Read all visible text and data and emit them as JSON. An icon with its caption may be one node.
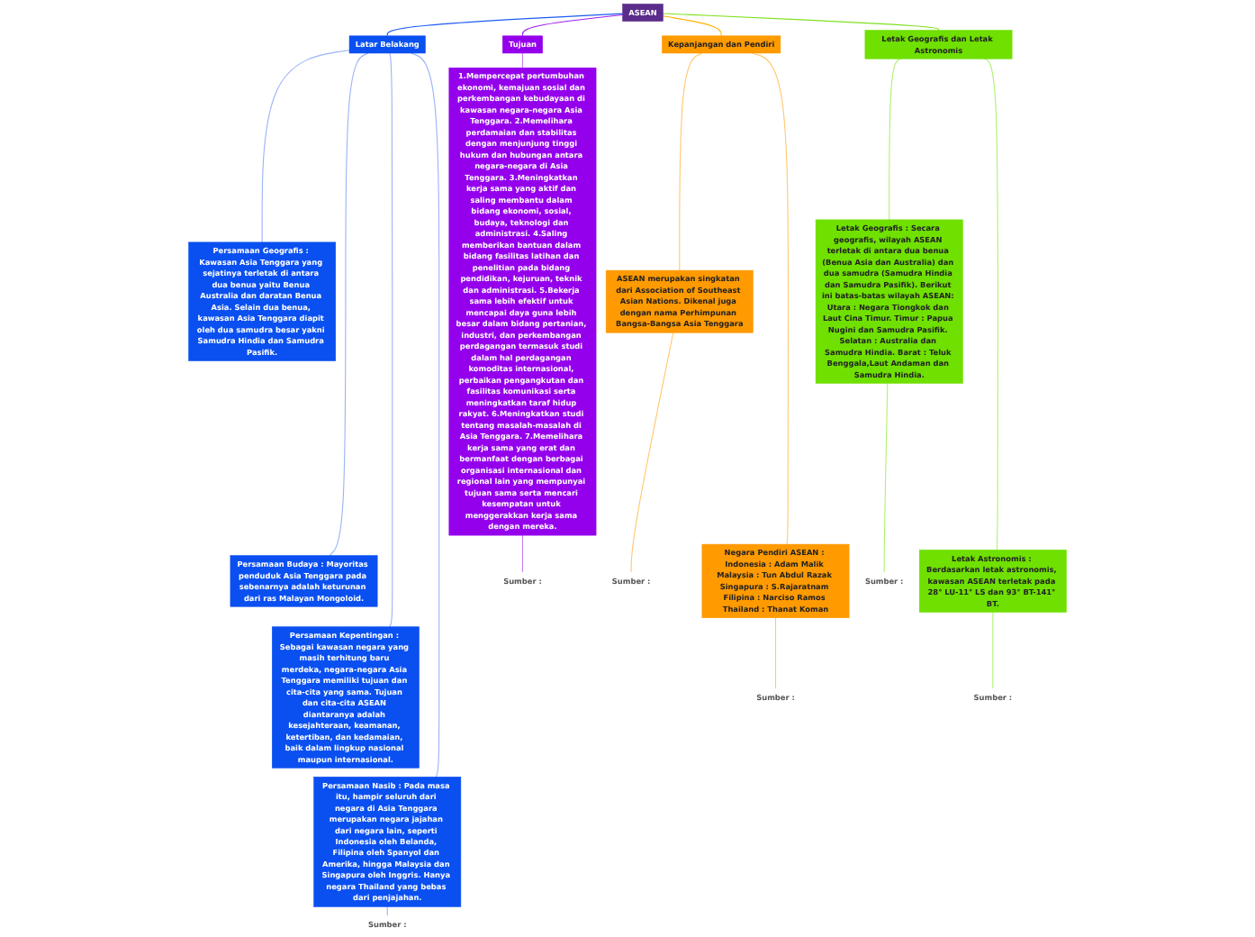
{
  "diagram": {
    "nodes": [
      {
        "text": [
          "ASEAN"
        ]
      },
      {
        "text": [
          "Latar Belakang"
        ]
      },
      {
        "text": [
          "Tujuan"
        ]
      },
      {
        "text": [
          "Kepanjangan dan Pendiri"
        ]
      },
      {
        "text": [
          "Letak Geografis dan Letak Astronomis"
        ]
      },
      {
        "text": [
          "Persamaan Geografis : Kawasan Asia Tenggara yang sejatinya terletak di antara dua benua yaitu Benua Australia dan daratan Benua Asia. Selain dua benua, kawasan Asia Tenggara diapit oleh dua samudra besar yakni Samudra Hindia dan Samudra Pasifik."
        ]
      },
      {
        "text": [
          "Persamaan Budaya : Mayoritas penduduk Asia Tenggara pada sebenarnya adalah keturunan dari ras Malayan Mongoloid."
        ]
      },
      {
        "text": [
          "Persamaan Kepentingan : Sebagai kawasan negara yang masih terhitung baru merdeka, negara-negara Asia Tenggara memiliki tujuan dan cita-cita yang sama. Tujuan dan cita-cita ASEAN diantaranya adalah kesejahteraan, keamanan, ketertiban, dan kedamaian, baik dalam lingkup nasional maupun internasional."
        ]
      },
      {
        "text": [
          "Persamaan Nasib : Pada masa itu, hampir seluruh dari negara di Asia Tenggara merupakan negara jajahan dari negara lain, seperti Indonesia oleh Belanda, Filipina oleh Spanyol dan Amerika, hingga Malaysia dan Singapura oleh Inggris. Hanya negara Thailand yang bebas dari penjajahan."
        ]
      },
      {
        "text": [
          "Sumber :"
        ]
      },
      {
        "text": [
          "1.Mempercepat pertumbuhan ekonomi, kemajuan sosial dan perkembangan kebudayaan di kawasan negara-negara Asia Tenggara. 2.Memelihara perdamaian dan stabilitas dengan menjunjung tinggi hukum dan hubungan antara negara-negara di Asia Tenggara. 3.Meningkatkan kerja sama yang aktif dan saling membantu dalam bidang ekonomi, sosial, budaya, teknologi dan administrasi. 4.Saling memberikan bantuan dalam bidang fasilitas latihan dan penelitian pada bidang pendidikan, kejuruan, teknik dan administrasi. 5.Bekerja sama lebih efektif untuk mencapai daya guna lebih besar dalam bidang pertanian, industri, dan perkembangan perdagangan termasuk studi dalam hal perdagangan komoditas internasional, perbaikan pengangkutan dan fasilitas komunikasi serta meningkatkan taraf hidup rakyat. 6.Meningkatkan studi tentang masalah-masalah di Asia Tenggara. 7.Memelihara kerja sama yang erat dan bermanfaat dengan berbagai organisasi internasional dan regional lain yang mempunyai tujuan sama serta mencari kesempatan untuk menggerakkan kerja sama dengan mereka."
        ]
      },
      {
        "text": [
          "Sumber :"
        ]
      },
      {
        "text": [
          "ASEAN merupakan singkatan dari Association of Southeast Asian Nations. Dikenal juga dengan nama Perhimpunan Bangsa-Bangsa Asia Tenggara"
        ]
      },
      {
        "text": [
          "Sumber :"
        ]
      },
      {
        "text": [
          "Negara Pendiri ASEAN : Indonesia : Adam Malik Malaysia : Tun Abdul Razak Singapura : S.Rajaratnam Filipina : Narciso Ramos Thailand : Thanat Koman"
        ]
      },
      {
        "text": [
          "Sumber :"
        ]
      },
      {
        "text": [
          "Letak Geografis : Secara geografis, wilayah ASEAN terletak di antara dua benua (Benua Asia dan Australia) dan dua samudra (Samudra Hindia dan Samudra Pasifik). Berikut ini batas-batas wilayah ASEAN: Utara : Negara Tiongkok dan Laut Cina Timur. Timur : Papua Nugini dan Samudra Pasifik. Selatan : Australia dan Samudra Hindia. Barat : Teluk Benggala,Laut Andaman dan Samudra Hindia."
        ]
      },
      {
        "text": [
          "Sumber :"
        ]
      },
      {
        "text": [
          "Letak Astronomis : Berdasarkan letak astronomis, kawasan ASEAN terletak pada 28° LU-11° LS dan 93° BT-141° BT."
        ]
      },
      {
        "text": [
          "Sumber :"
        ]
      }
    ],
    "edges": [
      {
        "from": 0,
        "to": 1,
        "arrow": "none",
        "color": "#1e5bf0"
      },
      {
        "from": 0,
        "to": 2,
        "arrow": "none",
        "color": "#a020f0"
      },
      {
        "from": 0,
        "to": 3,
        "arrow": "none",
        "color": "#ffb000"
      },
      {
        "from": 0,
        "to": 4,
        "arrow": "none",
        "color": "#80e020"
      },
      {
        "from": 1,
        "to": 5,
        "arrow": "none",
        "color": "#9ab4f5"
      },
      {
        "from": 1,
        "to": 6,
        "arrow": "none",
        "color": "#9ab4f5"
      },
      {
        "from": 1,
        "to": 7,
        "arrow": "none",
        "color": "#9ab4f5"
      },
      {
        "from": 1,
        "to": 8,
        "arrow": "none",
        "color": "#9ab4f5"
      },
      {
        "from": 8,
        "to": 9,
        "arrow": "none",
        "color": "#9ab4f5"
      },
      {
        "from": 2,
        "to": 10,
        "arrow": "none",
        "color": "#c77ef0"
      },
      {
        "from": 10,
        "to": 11,
        "arrow": "none",
        "color": "#c77ef0"
      },
      {
        "from": 3,
        "to": 12,
        "arrow": "none",
        "color": "#ffc870"
      },
      {
        "from": 12,
        "to": 13,
        "arrow": "none",
        "color": "#ffc870"
      },
      {
        "from": 3,
        "to": 14,
        "arrow": "none",
        "color": "#ffc870"
      },
      {
        "from": 14,
        "to": 15,
        "arrow": "none",
        "color": "#ffc870"
      },
      {
        "from": 4,
        "to": 16,
        "arrow": "none",
        "color": "#b0f070"
      },
      {
        "from": 16,
        "to": 17,
        "arrow": "none",
        "color": "#b0f070"
      },
      {
        "from": 4,
        "to": 18,
        "arrow": "none",
        "color": "#b0f070"
      },
      {
        "from": 18,
        "to": 19,
        "arrow": "none",
        "color": "#b0f070"
      }
    ]
  }
}
